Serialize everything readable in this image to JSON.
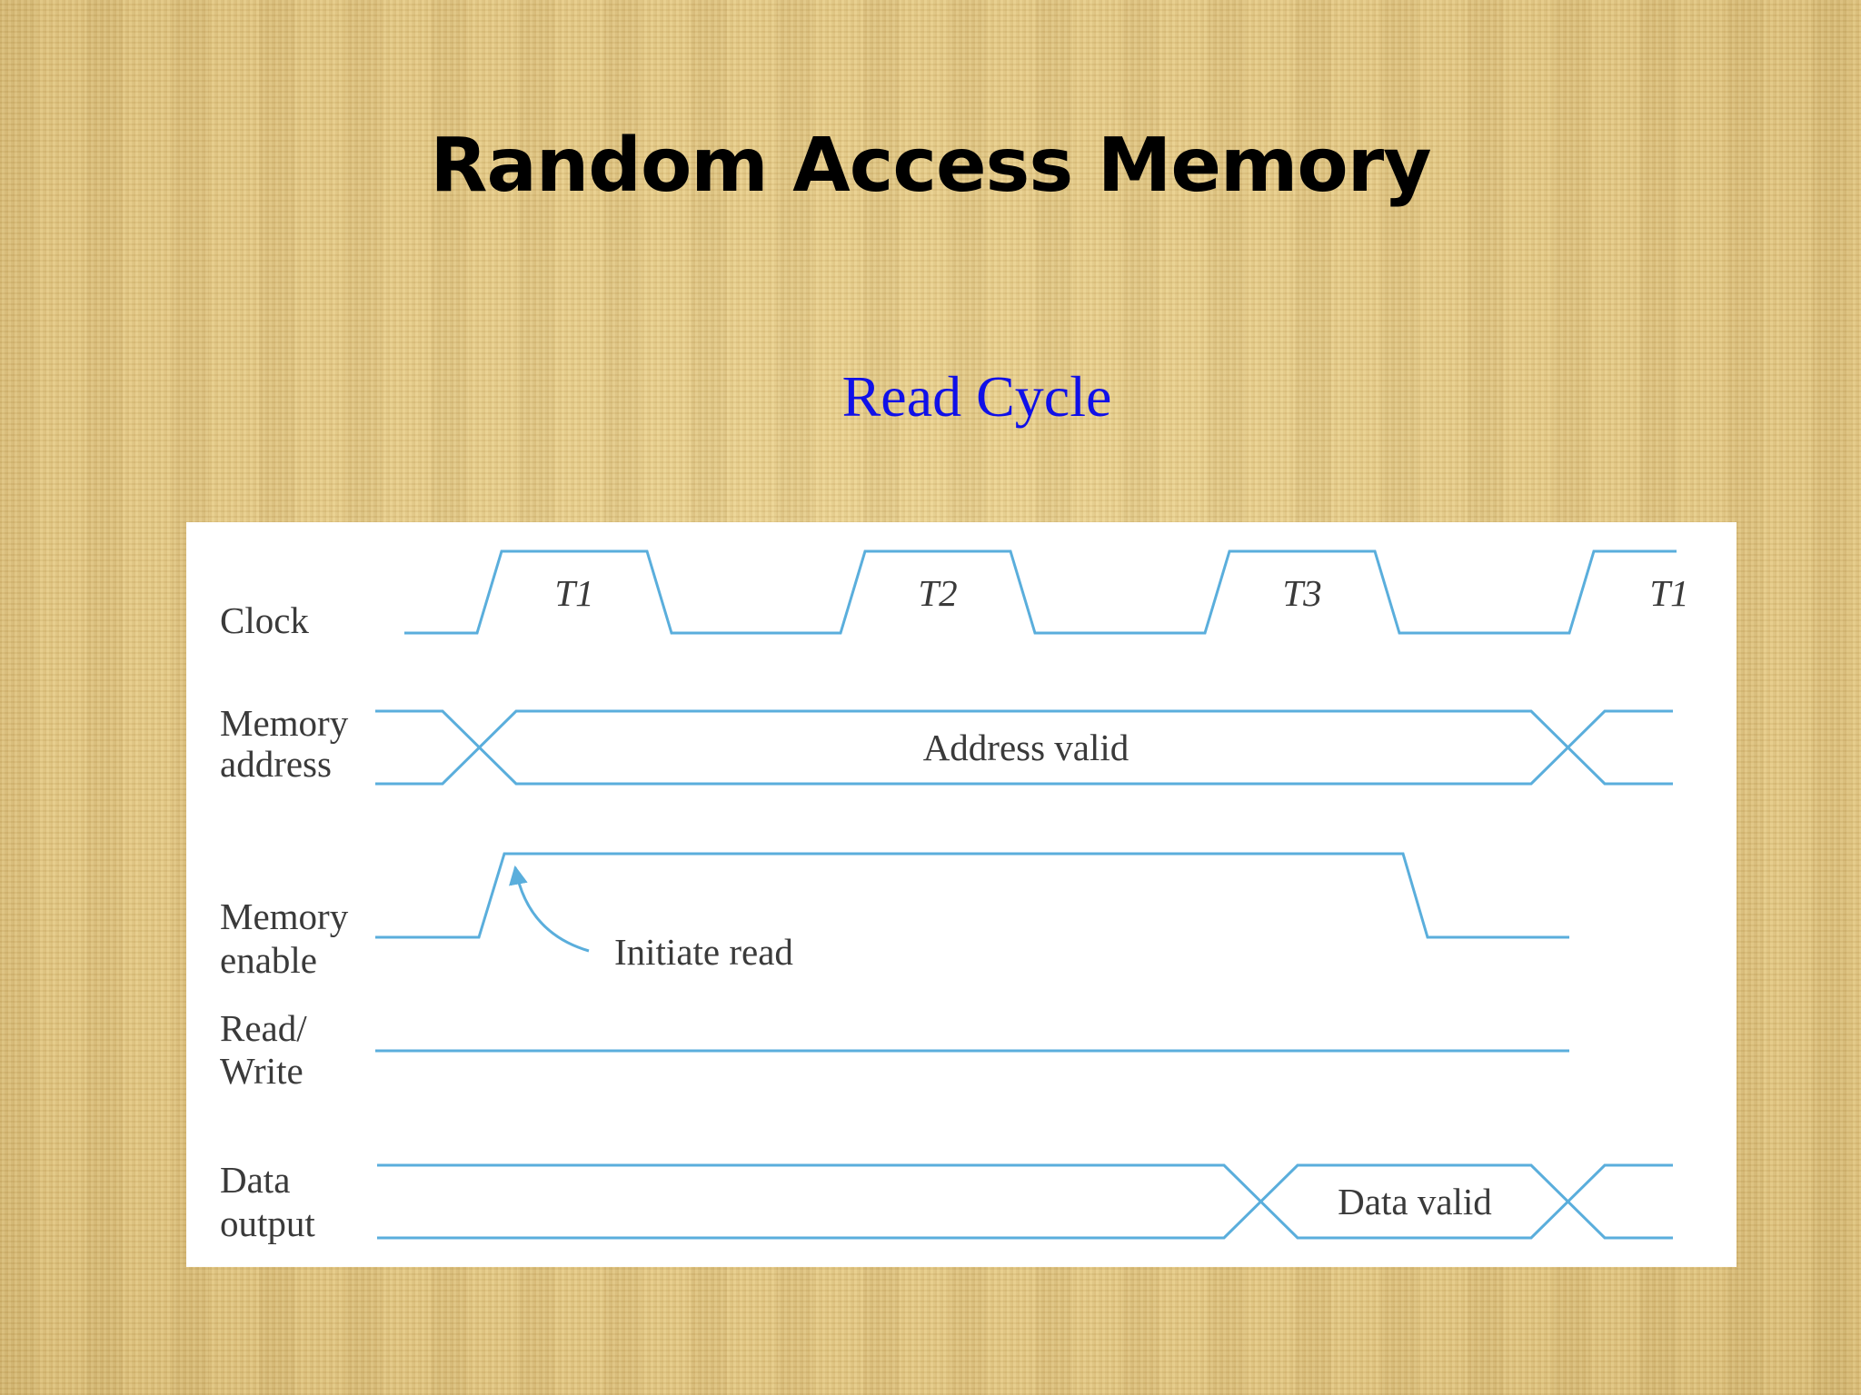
{
  "slide": {
    "title": "Random Access Memory",
    "subtitle": "Read Cycle"
  },
  "diagram": {
    "signals": {
      "clock": "Clock",
      "memory_address_1": "Memory",
      "memory_address_2": "address",
      "memory_enable_1": "Memory",
      "memory_enable_2": "enable",
      "read_write_1": "Read/",
      "read_write_2": "Write",
      "data_output_1": "Data",
      "data_output_2": "output"
    },
    "clock_periods": [
      "T1",
      "T2",
      "T3",
      "T1"
    ],
    "annotations": {
      "address_valid": "Address valid",
      "initiate_read": "Initiate read",
      "data_valid": "Data valid"
    },
    "colors": {
      "waveform": "#5aaedc",
      "subtitle": "#1010e8",
      "background": "#e6cd8c"
    }
  }
}
